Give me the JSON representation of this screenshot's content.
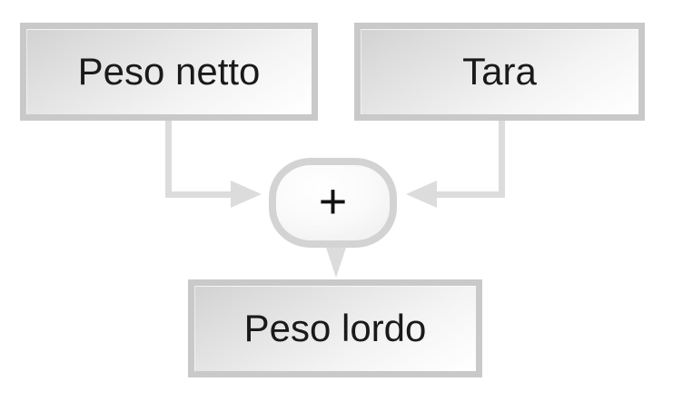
{
  "diagram": {
    "type": "flow-diagram",
    "title": "",
    "language": "it",
    "nodes": [
      {
        "id": "net",
        "label": "Peso netto",
        "shape": "rectangle"
      },
      {
        "id": "tare",
        "label": "Tara",
        "shape": "rectangle"
      },
      {
        "id": "op",
        "label": "+",
        "shape": "rounded-rectangle"
      },
      {
        "id": "gross",
        "label": "Peso lordo",
        "shape": "rectangle"
      }
    ],
    "edges": [
      {
        "from": "net",
        "to": "op",
        "arrow": "right"
      },
      {
        "from": "tare",
        "to": "op",
        "arrow": "left"
      },
      {
        "from": "op",
        "to": "gross",
        "arrow": "down"
      }
    ],
    "colors": {
      "background": "#ffffff",
      "box_border": "#c9c9c9",
      "box_fill_dark": "#d2d2d2",
      "box_fill_light": "#ffffff",
      "operator_border": "#d3d3d3",
      "connector": "#dcdcdc",
      "text": "#1a1a1a"
    }
  }
}
